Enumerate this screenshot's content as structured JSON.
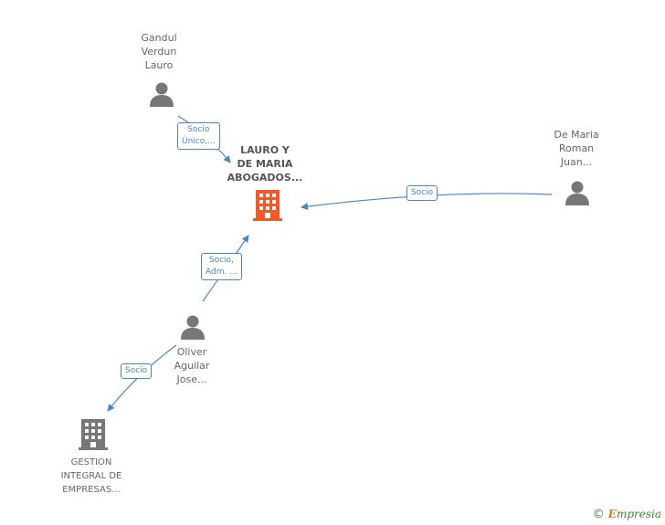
{
  "nodes": {
    "gandul": {
      "lines": [
        "Gandul",
        "Verdun",
        "Lauro"
      ],
      "type": "person"
    },
    "lauro_abogados": {
      "lines": [
        "LAURO Y",
        "DE MARIA",
        "ABOGADOS..."
      ],
      "type": "company-main"
    },
    "demaria": {
      "lines": [
        "De Maria",
        "Roman",
        "Juan..."
      ],
      "type": "person"
    },
    "oliver": {
      "lines": [
        "Oliver",
        "Aguilar",
        "Jose..."
      ],
      "type": "person"
    },
    "gestion": {
      "lines": [
        "GESTION",
        "INTEGRAL DE",
        "EMPRESAS..."
      ],
      "type": "company"
    }
  },
  "edges": {
    "gandul_lauro": {
      "lines": [
        "Socio",
        "Único,..."
      ]
    },
    "demaria_lauro": {
      "lines": [
        "Socio"
      ]
    },
    "oliver_lauro": {
      "lines": [
        "Socio,",
        "Adm. ..."
      ]
    },
    "oliver_gestion": {
      "lines": [
        "Socio"
      ]
    }
  },
  "colors": {
    "person_icon": "#777777",
    "company_main": "#f05a28",
    "company": "#777777",
    "edge": "#4a86c8"
  },
  "footer": {
    "symbol": "©",
    "brand_initial": "E",
    "brand_rest": "mpresia"
  }
}
